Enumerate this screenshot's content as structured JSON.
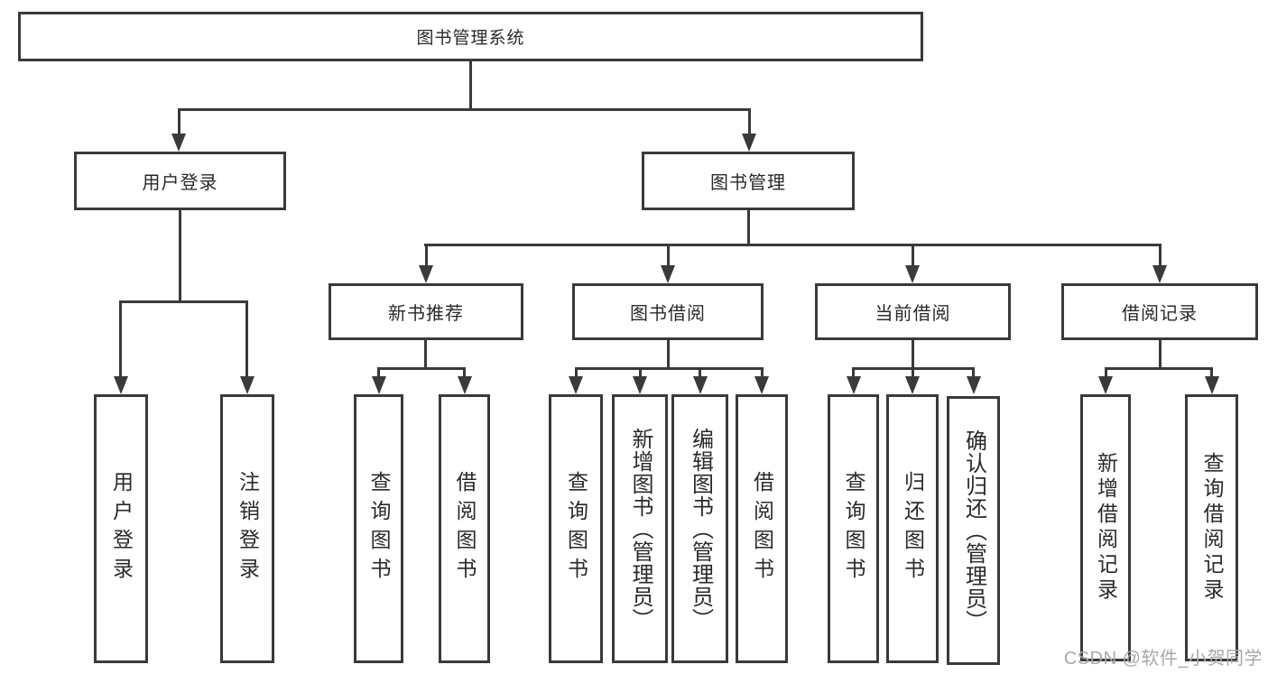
{
  "tree": {
    "label": "图书管理系统",
    "children": [
      {
        "label": "用户登录",
        "children": [
          {
            "label": "用户登录"
          },
          {
            "label": "注销登录"
          }
        ]
      },
      {
        "label": "图书管理",
        "children": [
          {
            "label": "新书推荐",
            "children": [
              {
                "label": "查询图书"
              },
              {
                "label": "借阅图书"
              }
            ]
          },
          {
            "label": "图书借阅",
            "children": [
              {
                "label": "查询图书"
              },
              {
                "label": "新增图书（管理员）"
              },
              {
                "label": "编辑图书（管理员）"
              },
              {
                "label": "借阅图书"
              }
            ]
          },
          {
            "label": "当前借阅",
            "children": [
              {
                "label": "查询图书"
              },
              {
                "label": "归还图书"
              },
              {
                "label": "确认归还（管理员）"
              }
            ]
          },
          {
            "label": "借阅记录",
            "children": [
              {
                "label": "新增借阅记录"
              },
              {
                "label": "查询借阅记录"
              }
            ]
          }
        ]
      }
    ]
  },
  "watermark": {
    "text": "CSDN @软件_小贺同学"
  },
  "colors": {
    "line": "#3a3a3a",
    "text": "#2a2a2a",
    "watermark": "#a9a9a9",
    "background": "#ffffff"
  }
}
